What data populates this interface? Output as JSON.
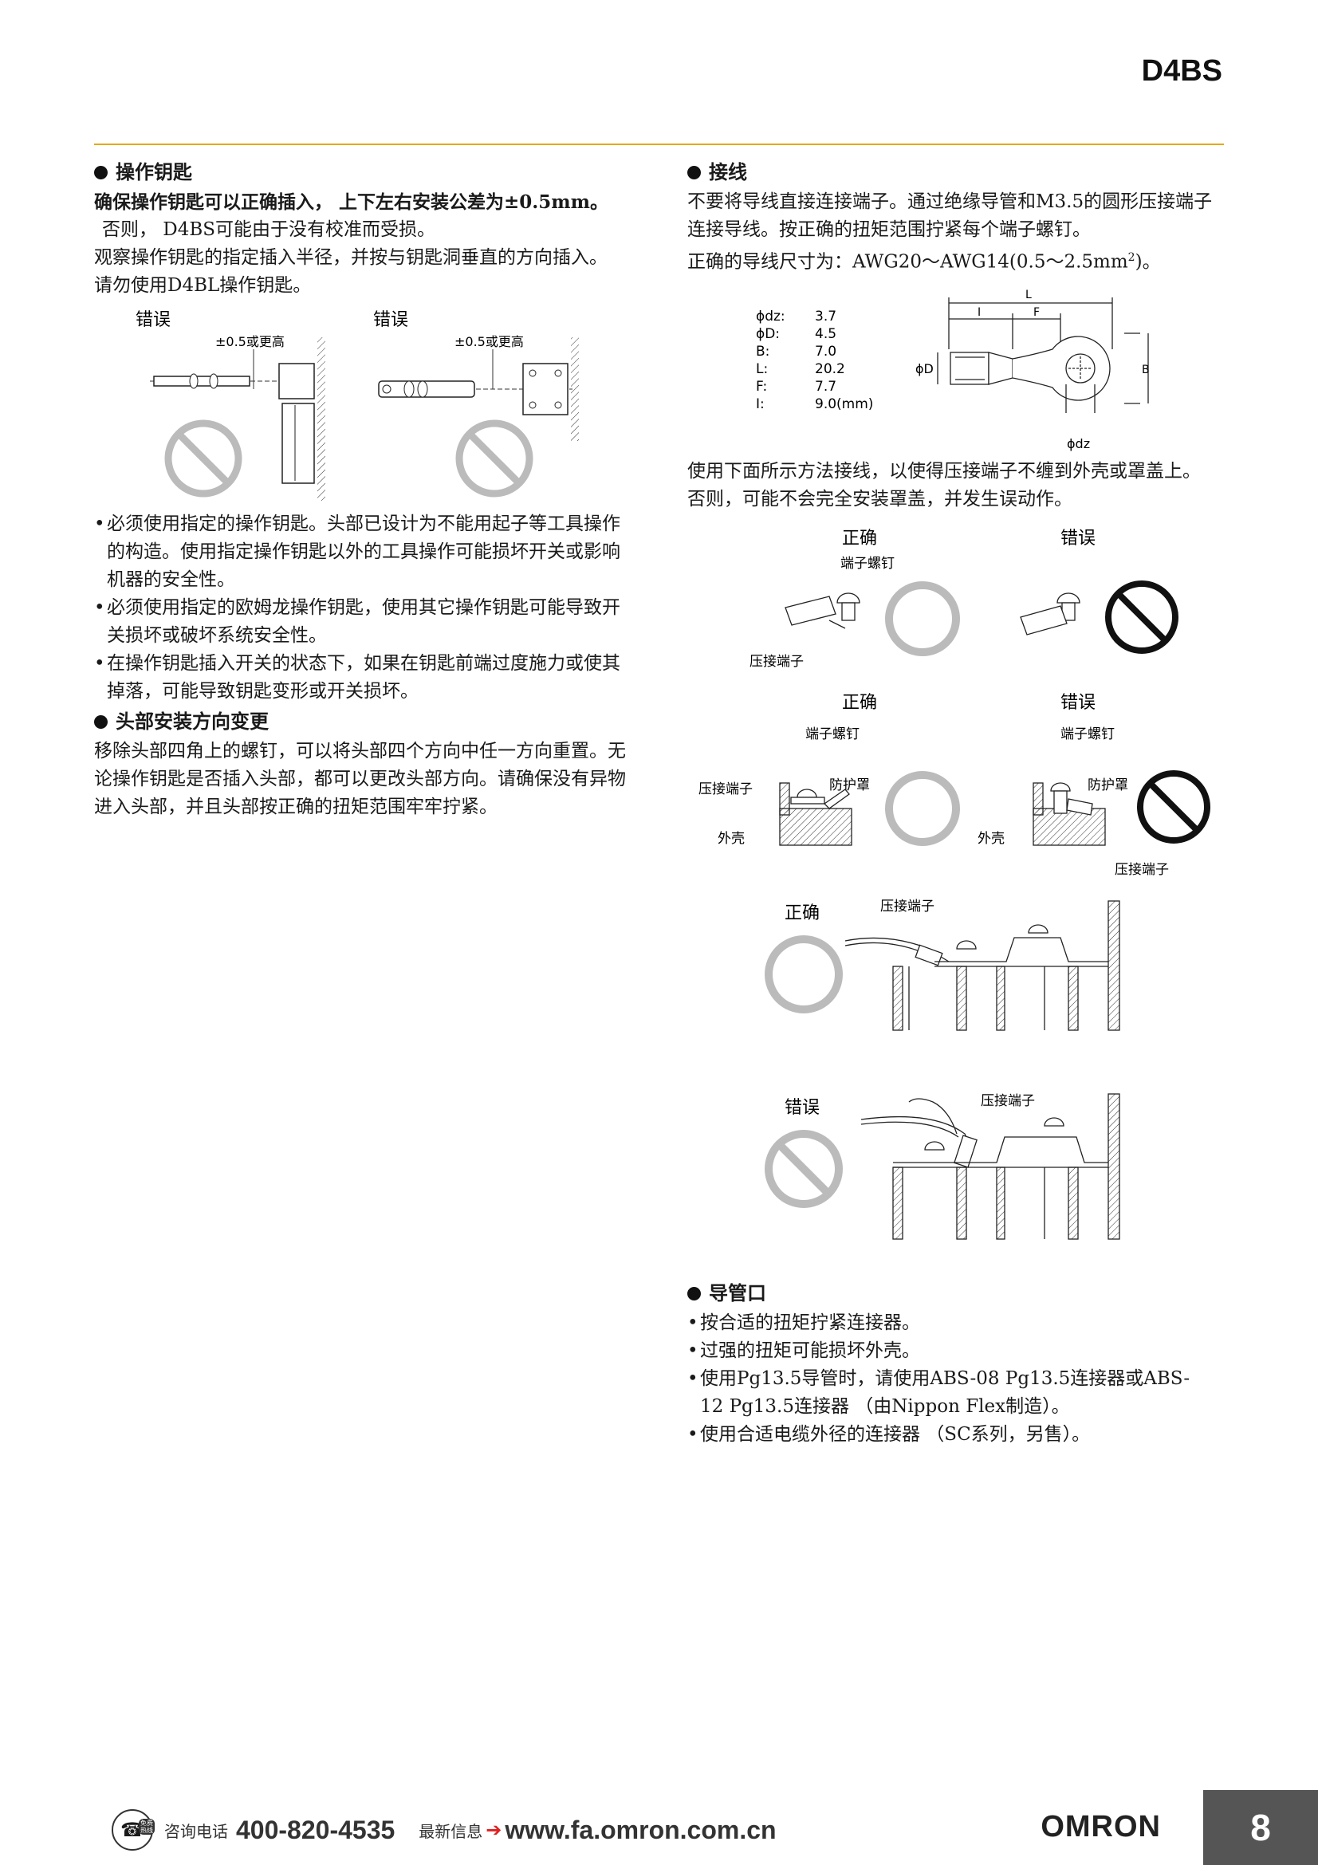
{
  "header": {
    "model": "D4BS"
  },
  "left": {
    "sec1": {
      "title": "操作钥匙",
      "emph": "确保操作钥匙可以正确插入， 上下左右安装公差为±0.5mm。",
      "lines": [
        "否则， D4BS可能由于没有校准而受损。",
        "观察操作钥匙的指定插入半径，并按与钥匙洞垂直的方向插入。",
        "请勿使用D4BL操作钥匙。"
      ]
    },
    "fig1": {
      "wrong1": "错误",
      "wrong2": "错误",
      "tol1": "±0.5或更高",
      "tol2": "±0.5或更高"
    },
    "bullets": [
      "必须使用指定的操作钥匙。头部已设计为不能用起子等工具操作的构造。使用指定操作钥匙以外的工具操作可能损坏开关或影响机器的安全性。",
      "必须使用指定的欧姆龙操作钥匙，使用其它操作钥匙可能导致开关损坏或破坏系统安全性。",
      "在操作钥匙插入开关的状态下，如果在钥匙前端过度施力或使其掉落，可能导致钥匙变形或开关损坏。"
    ],
    "sec2": {
      "title": "头部安装方向变更",
      "text": "移除头部四角上的螺钉，可以将头部四个方向中任一方向重置。无论操作钥匙是否插入头部，都可以更改头部方向。请确保没有异物进入头部，并且头部按正确的扭矩范围牢牢拧紧。"
    }
  },
  "right": {
    "sec3": {
      "title": "接线",
      "lines": [
        "不要将导线直接连接端子。通过绝缘导管和M3.5的圆形压接端子",
        "连接导线。按正确的扭矩范围拧紧每个端子螺钉。"
      ],
      "size_prefix": "正确的导线尺寸为：AWG20～AWG14(0.5～2.5mm",
      "size_sup": "2",
      "size_suffix": ")。"
    },
    "dims": {
      "rows": [
        {
          "k": "ϕdz:",
          "v": "3.7"
        },
        {
          "k": "ϕD:",
          "v": "4.5"
        },
        {
          "k": "B:",
          "v": "7.0"
        },
        {
          "k": "L:",
          "v": "20.2"
        },
        {
          "k": "F:",
          "v": "7.7"
        },
        {
          "k": "I:",
          "v": "9.0(mm)"
        }
      ],
      "L": "L",
      "I": "I",
      "F": "F",
      "B": "B",
      "phiD": "ϕD",
      "phidz": "ϕdz"
    },
    "wiring_text": [
      "使用下面所示方法接线，以使得压接端子不缠到外壳或罩盖上。",
      "否则，可能不会完全安装罩盖，并发生误动作。"
    ],
    "fig2": {
      "correct": "正确",
      "wrong": "错误",
      "screw": "端子螺钉",
      "crimp": "压接端子"
    },
    "fig3": {
      "correct": "正确",
      "wrong": "错误",
      "screw1": "端子螺钉",
      "screw2": "端子螺钉",
      "crimp1": "压接端子",
      "crimp2": "压接端子",
      "guard1": "防护罩",
      "guard2": "防护罩",
      "case1": "外壳",
      "case2": "外壳"
    },
    "fig4": {
      "correct": "正确",
      "crimp": "压接端子"
    },
    "fig5": {
      "wrong": "错误",
      "crimp": "压接端子"
    },
    "sec4": {
      "title": "导管口",
      "bullets": [
        "按合适的扭矩拧紧连接器。",
        "过强的扭矩可能损坏外壳。",
        "使用Pg13.5导管时，请使用ABS-08 Pg13.5连接器或ABS-12 Pg13.5连接器 （由Nippon Flex制造）。",
        "使用合适电缆外径的连接器 （SC系列，另售）。"
      ]
    }
  },
  "footer": {
    "hotline_label": "咨询电话",
    "phone": "400-820-4535",
    "news_label": "最新信息",
    "arrow": "➔",
    "url": "www.fa.omron.com.cn",
    "logo": "OMRON",
    "page": "8",
    "badge": "免费热线"
  }
}
